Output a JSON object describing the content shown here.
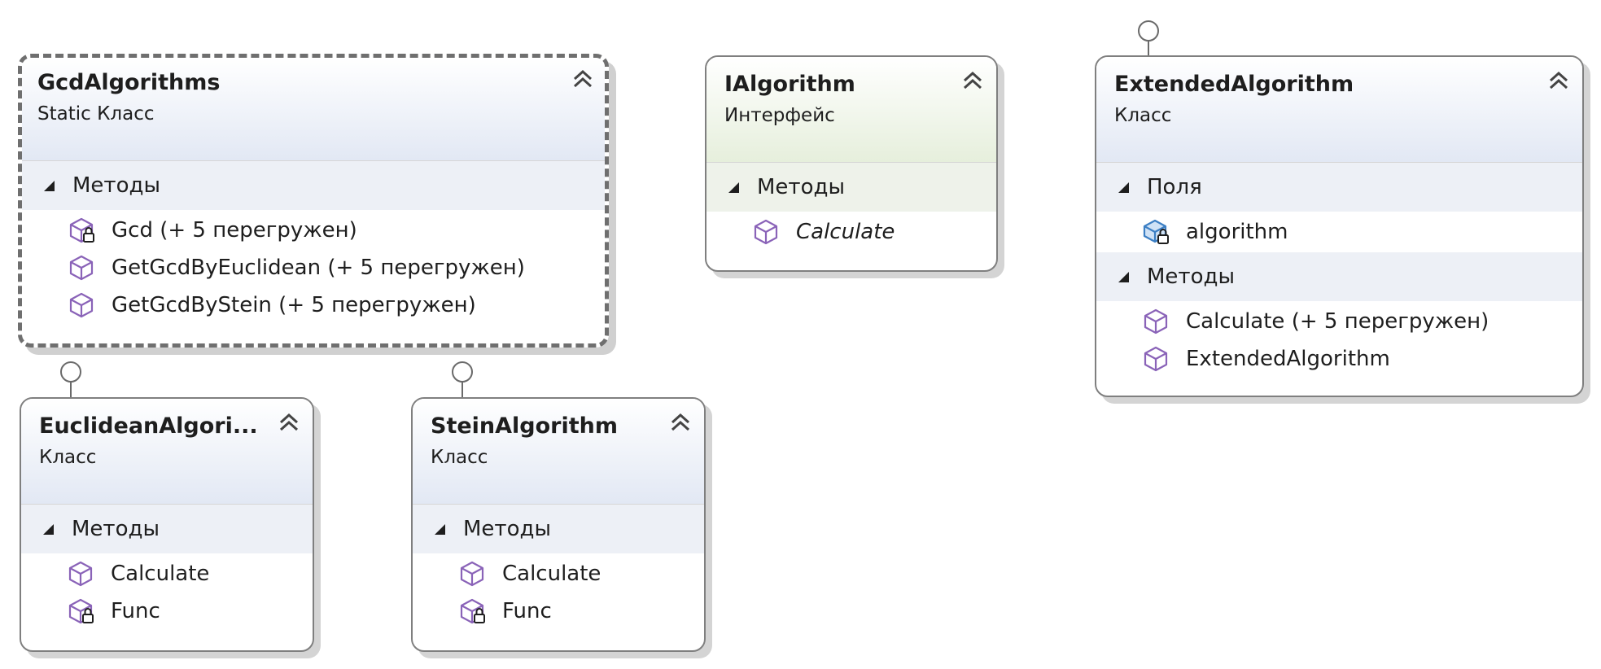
{
  "diagram": {
    "boxes": [
      {
        "title": "GcdAlgorithms",
        "kind": "Static Класс",
        "sections": [
          {
            "label": "Методы",
            "items": [
              {
                "text": "Gcd (+ 5 перегружен)",
                "icon": "private-method-icon"
              },
              {
                "text": "GetGcdByEuclidean (+ 5 перегружен)",
                "icon": "method-icon"
              },
              {
                "text": "GetGcdByStein (+ 5 перегружен)",
                "icon": "method-icon"
              }
            ]
          }
        ]
      },
      {
        "title": "IAlgorithm",
        "kind": "Интерфейс",
        "sections": [
          {
            "label": "Методы",
            "items": [
              {
                "text": "Calculate",
                "icon": "method-icon"
              }
            ]
          }
        ]
      },
      {
        "title": "ExtendedAlgorithm",
        "kind": "Класс",
        "sections": [
          {
            "label": "Поля",
            "items": [
              {
                "text": "algorithm",
                "icon": "private-field-icon"
              }
            ]
          },
          {
            "label": "Методы",
            "items": [
              {
                "text": "Calculate (+ 5 перегружен)",
                "icon": "method-icon"
              },
              {
                "text": "ExtendedAlgorithm",
                "icon": "method-icon"
              }
            ]
          }
        ]
      },
      {
        "title": "EuclideanAlgori...",
        "kind": "Класс",
        "sections": [
          {
            "label": "Методы",
            "items": [
              {
                "text": "Calculate",
                "icon": "method-icon"
              },
              {
                "text": "Func",
                "icon": "private-method-icon"
              }
            ]
          }
        ]
      },
      {
        "title": "SteinAlgorithm",
        "kind": "Класс",
        "sections": [
          {
            "label": "Методы",
            "items": [
              {
                "text": "Calculate",
                "icon": "method-icon"
              },
              {
                "text": "Func",
                "icon": "private-method-icon"
              }
            ]
          }
        ]
      }
    ],
    "colors": {
      "class_header": "#e2e8f4",
      "interface_header": "#e6efdc",
      "section_bg": "#edf0f6",
      "member_icon": "#8a63b8",
      "field_icon": "#3c7fc4"
    }
  }
}
